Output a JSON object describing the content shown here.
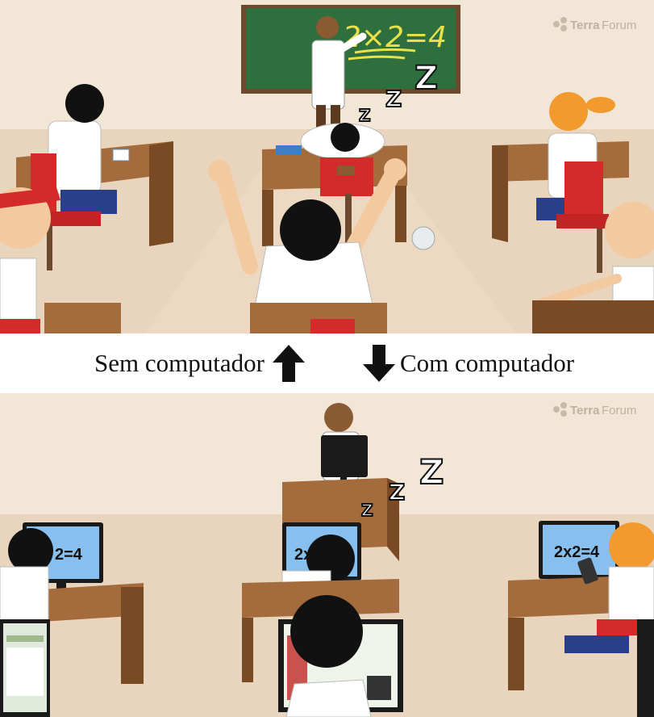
{
  "captions": {
    "top_label": "Sem computador",
    "bottom_label": "Com computador"
  },
  "scenes": {
    "top": {
      "watermark_bold": "Terra",
      "watermark_light": "Forum",
      "blackboard_text": "2×2=4",
      "snore_letters": [
        "Z",
        "Z",
        "Z"
      ]
    },
    "bottom": {
      "watermark_bold": "Terra",
      "watermark_light": "Forum",
      "monitor_left_text": "2=4",
      "monitor_center_text": "2x",
      "monitor_right_text": "2x2=4",
      "snore_letters": [
        "Z",
        "Z",
        "Z"
      ]
    }
  },
  "icons": {
    "up": "arrow-up-icon",
    "down": "arrow-down-icon"
  },
  "colors": {
    "wall": "#f2e7d6",
    "floor": "#e8d3ba",
    "desk_top": "#a46c3c",
    "desk_front": "#7a4a25",
    "chair_red": "#d42a2a",
    "board_green": "#2f6e3d",
    "chalk_yellow": "#e8e24a"
  }
}
